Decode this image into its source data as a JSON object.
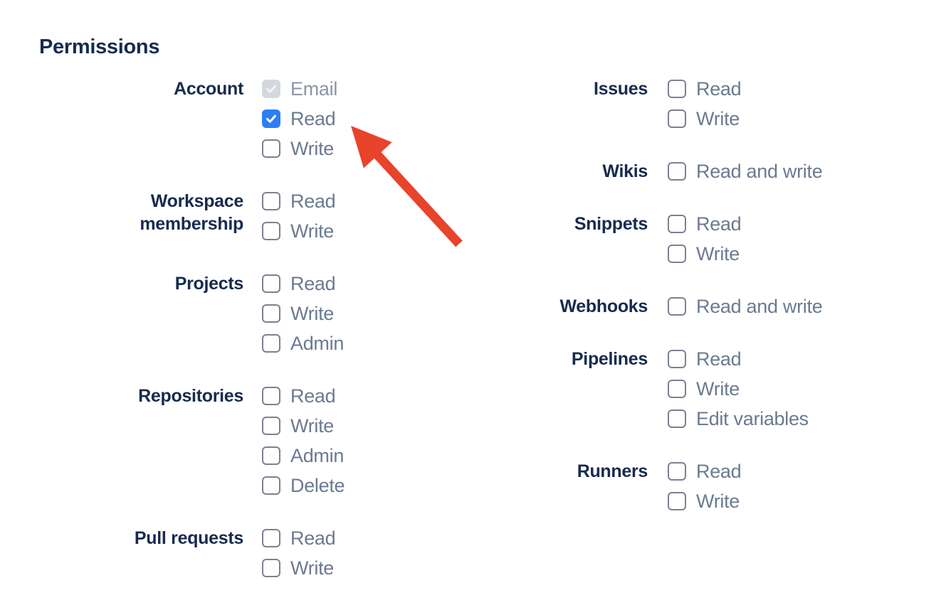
{
  "page": {
    "title": "Permissions"
  },
  "colors": {
    "heading": "#172B4D",
    "group_label": "#172B4D",
    "option_label": "#6B7A90",
    "option_label_disabled": "#8C95A5",
    "checkbox_border": "#7A8290",
    "checkbox_checked_bg": "#2E7DF6",
    "checkbox_check": "#FFFFFF",
    "checkbox_disabled_bg": "#D4D8DD",
    "checkbox_disabled_check": "#F2F3F5",
    "arrow": "#E8432B"
  },
  "columns": [
    {
      "side": "left",
      "groups": [
        {
          "label": "Account",
          "options": [
            {
              "label": "Email",
              "checked": true,
              "disabled": true
            },
            {
              "label": "Read",
              "checked": true,
              "disabled": false
            },
            {
              "label": "Write",
              "checked": false,
              "disabled": false
            }
          ]
        },
        {
          "label": "Workspace membership",
          "options": [
            {
              "label": "Read",
              "checked": false,
              "disabled": false
            },
            {
              "label": "Write",
              "checked": false,
              "disabled": false
            }
          ]
        },
        {
          "label": "Projects",
          "options": [
            {
              "label": "Read",
              "checked": false,
              "disabled": false
            },
            {
              "label": "Write",
              "checked": false,
              "disabled": false
            },
            {
              "label": "Admin",
              "checked": false,
              "disabled": false
            }
          ]
        },
        {
          "label": "Repositories",
          "options": [
            {
              "label": "Read",
              "checked": false,
              "disabled": false
            },
            {
              "label": "Write",
              "checked": false,
              "disabled": false
            },
            {
              "label": "Admin",
              "checked": false,
              "disabled": false
            },
            {
              "label": "Delete",
              "checked": false,
              "disabled": false
            }
          ]
        },
        {
          "label": "Pull requests",
          "options": [
            {
              "label": "Read",
              "checked": false,
              "disabled": false
            },
            {
              "label": "Write",
              "checked": false,
              "disabled": false
            }
          ]
        }
      ]
    },
    {
      "side": "right",
      "groups": [
        {
          "label": "Issues",
          "options": [
            {
              "label": "Read",
              "checked": false,
              "disabled": false
            },
            {
              "label": "Write",
              "checked": false,
              "disabled": false
            }
          ]
        },
        {
          "label": "Wikis",
          "options": [
            {
              "label": "Read and write",
              "checked": false,
              "disabled": false
            }
          ]
        },
        {
          "label": "Snippets",
          "options": [
            {
              "label": "Read",
              "checked": false,
              "disabled": false
            },
            {
              "label": "Write",
              "checked": false,
              "disabled": false
            }
          ]
        },
        {
          "label": "Webhooks",
          "options": [
            {
              "label": "Read and write",
              "checked": false,
              "disabled": false
            }
          ]
        },
        {
          "label": "Pipelines",
          "options": [
            {
              "label": "Read",
              "checked": false,
              "disabled": false
            },
            {
              "label": "Write",
              "checked": false,
              "disabled": false
            },
            {
              "label": "Edit variables",
              "checked": false,
              "disabled": false
            }
          ]
        },
        {
          "label": "Runners",
          "options": [
            {
              "label": "Read",
              "checked": false,
              "disabled": false
            },
            {
              "label": "Write",
              "checked": false,
              "disabled": false
            }
          ]
        }
      ]
    }
  ],
  "annotation": {
    "type": "arrow",
    "points_to": "checkbox-account-read"
  }
}
